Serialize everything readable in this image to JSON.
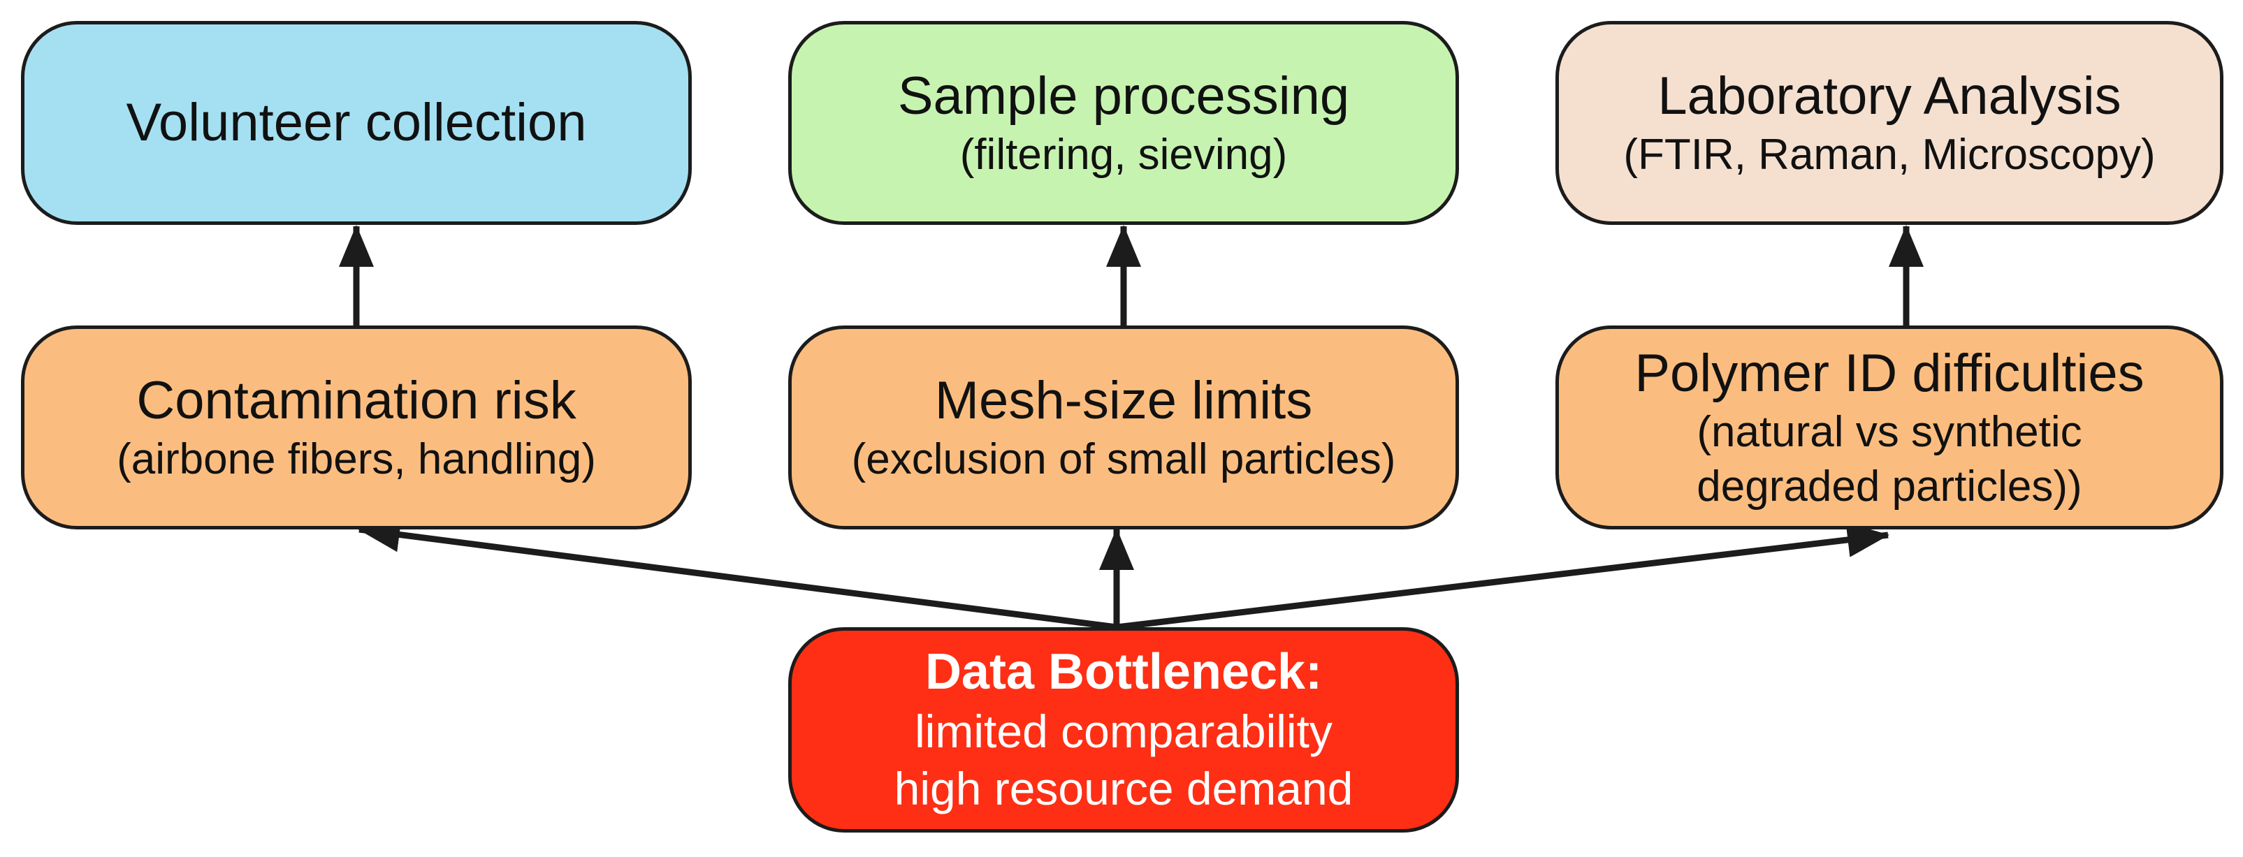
{
  "diagram": {
    "nodes": {
      "volunteer": {
        "title": "Volunteer collection"
      },
      "sample": {
        "title": "Sample processing",
        "subtitle": "(filtering, sieving)"
      },
      "lab": {
        "title": "Laboratory Analysis",
        "subtitle": "(FTIR, Raman, Microscopy)"
      },
      "contamination": {
        "title": "Contamination risk",
        "subtitle": "(airbone fibers, handling)"
      },
      "mesh": {
        "title": "Mesh-size limits",
        "subtitle": "(exclusion of small particles)"
      },
      "polymer": {
        "title": "Polymer ID difficulties",
        "line2": "(natural vs synthetic",
        "line3": "degraded particles))"
      },
      "bottleneck": {
        "title": "Data Bottleneck:",
        "line2": "limited comparability",
        "line3": "high resource demand"
      }
    },
    "colors": {
      "volunteer_fill": "#a4e0f2",
      "sample_fill": "#c6f4b0",
      "lab_fill": "#f5e0d0",
      "issue_fill": "#fbbd7f",
      "bottleneck_fill": "#fe2f14",
      "stroke": "#1c1c1c"
    },
    "edges": [
      {
        "from": "contamination",
        "to": "volunteer"
      },
      {
        "from": "mesh",
        "to": "sample"
      },
      {
        "from": "polymer",
        "to": "lab"
      },
      {
        "from": "bottleneck",
        "to": "contamination"
      },
      {
        "from": "bottleneck",
        "to": "mesh"
      },
      {
        "from": "bottleneck",
        "to": "polymer"
      }
    ]
  }
}
